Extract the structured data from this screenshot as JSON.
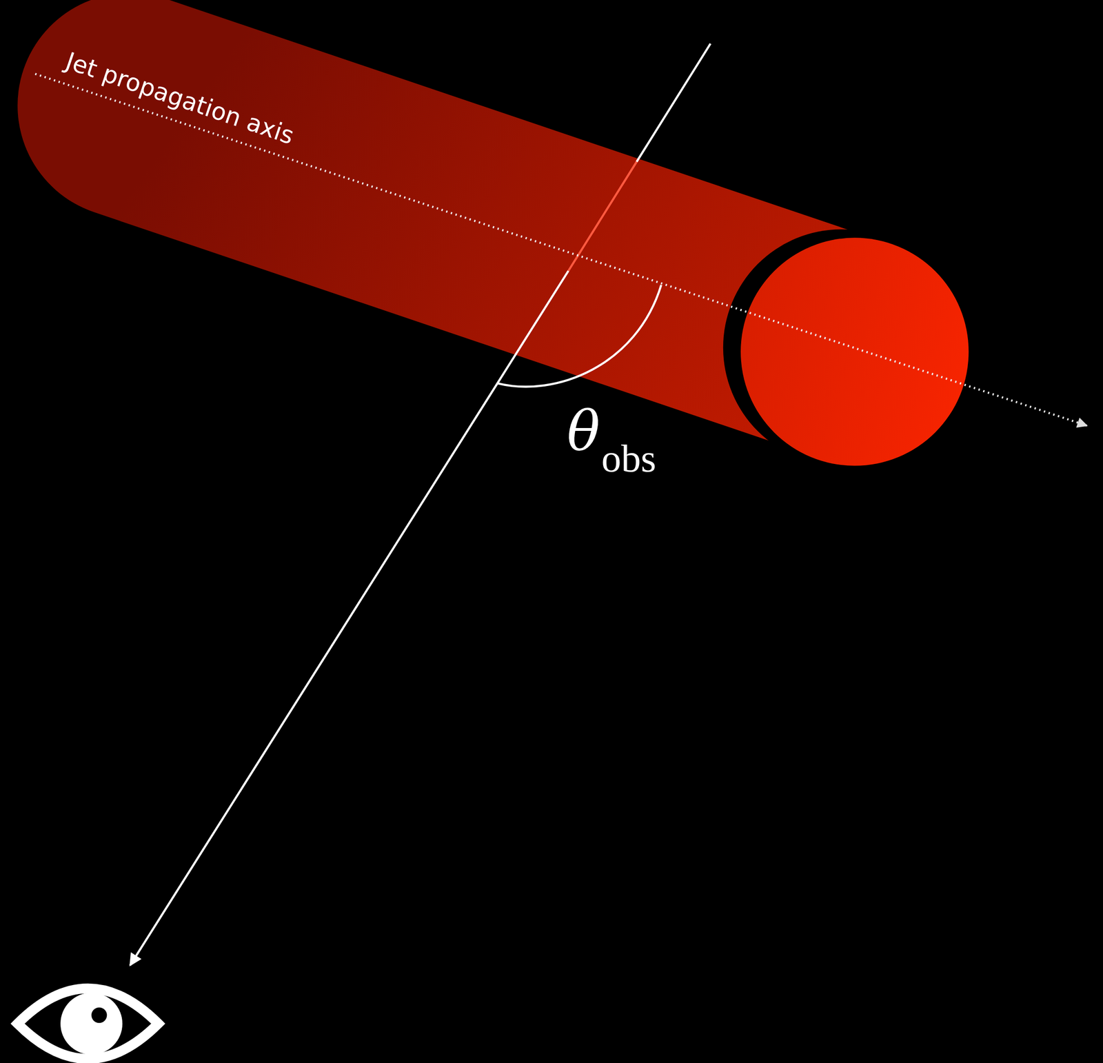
{
  "diagram": {
    "labels": [
      "Jet propagation axis",
      "θ",
      "obs"
    ]
  }
}
